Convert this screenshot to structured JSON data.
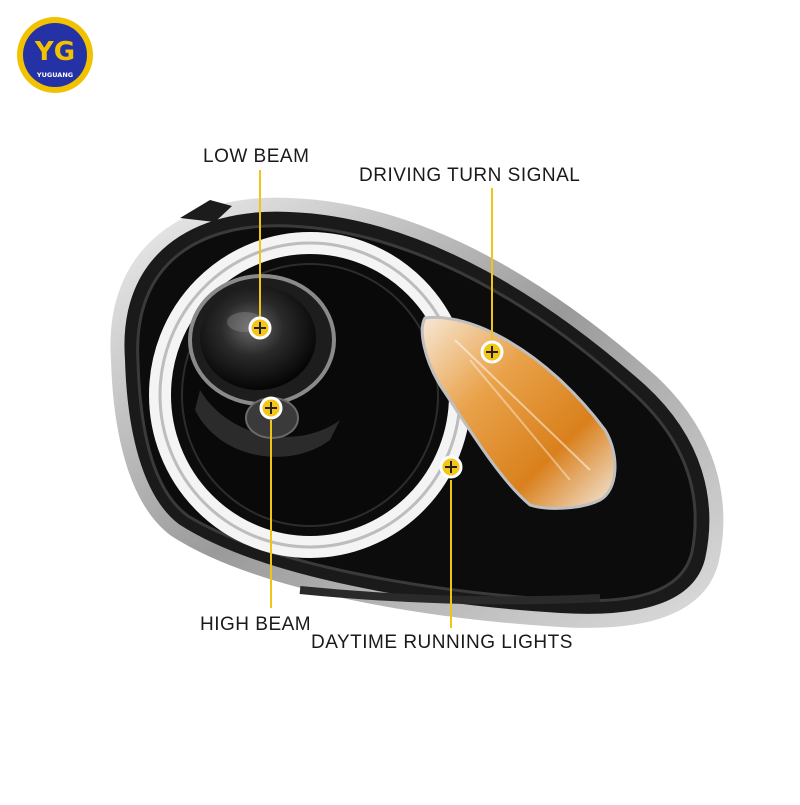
{
  "brand": {
    "logo_letters": "YG",
    "logo_name": "YUGUANG",
    "colors": {
      "ring": "#f2c200",
      "disc": "#2432a6",
      "letters": "#f2c200"
    }
  },
  "callouts": {
    "low_beam": "LOW BEAM",
    "driving_turn_signal": "DRIVING TURN SIGNAL",
    "high_beam": "HIGH BEAM",
    "daytime_running_lights": "DAYTIME RUNNING LIGHTS"
  },
  "colors": {
    "callout_line": "#f0c419",
    "marker_fill": "#f5c518",
    "housing": "#111111",
    "chrome": "#c9c9c9",
    "amber": "#e08a1e"
  },
  "image_subject": "headlight-assembly"
}
